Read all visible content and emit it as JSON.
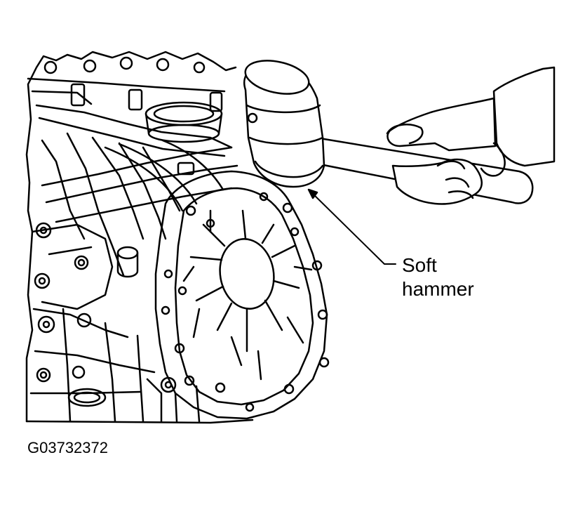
{
  "callout": {
    "line1": "Soft",
    "line2": "hammer"
  },
  "figure_code": "G03732372",
  "colors": {
    "ink": "#000000",
    "paper": "#ffffff"
  }
}
